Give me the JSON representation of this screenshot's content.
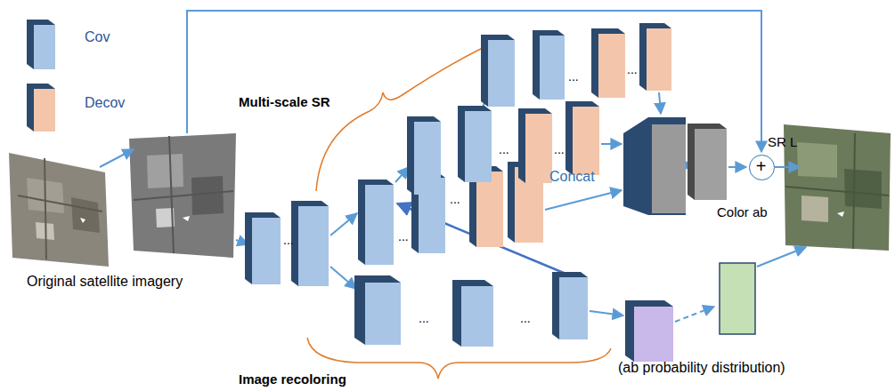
{
  "diagram": {
    "nodes": [
      {
        "text": [
          "+",
          "SR L"
        ]
      }
    ],
    "labels": [
      "Multi-scale SR",
      "Concat",
      "Color ab",
      "Original satellite imagery",
      "(ab probability distribution)",
      "Image recoloring",
      "...",
      "...",
      "...",
      "...",
      "...",
      "...",
      "...",
      "...",
      "..."
    ],
    "legend": [
      {
        "text": "Cov",
        "color": "#a9c5e6"
      },
      {
        "text": "Decov",
        "color": "#f3c6ab"
      }
    ]
  }
}
